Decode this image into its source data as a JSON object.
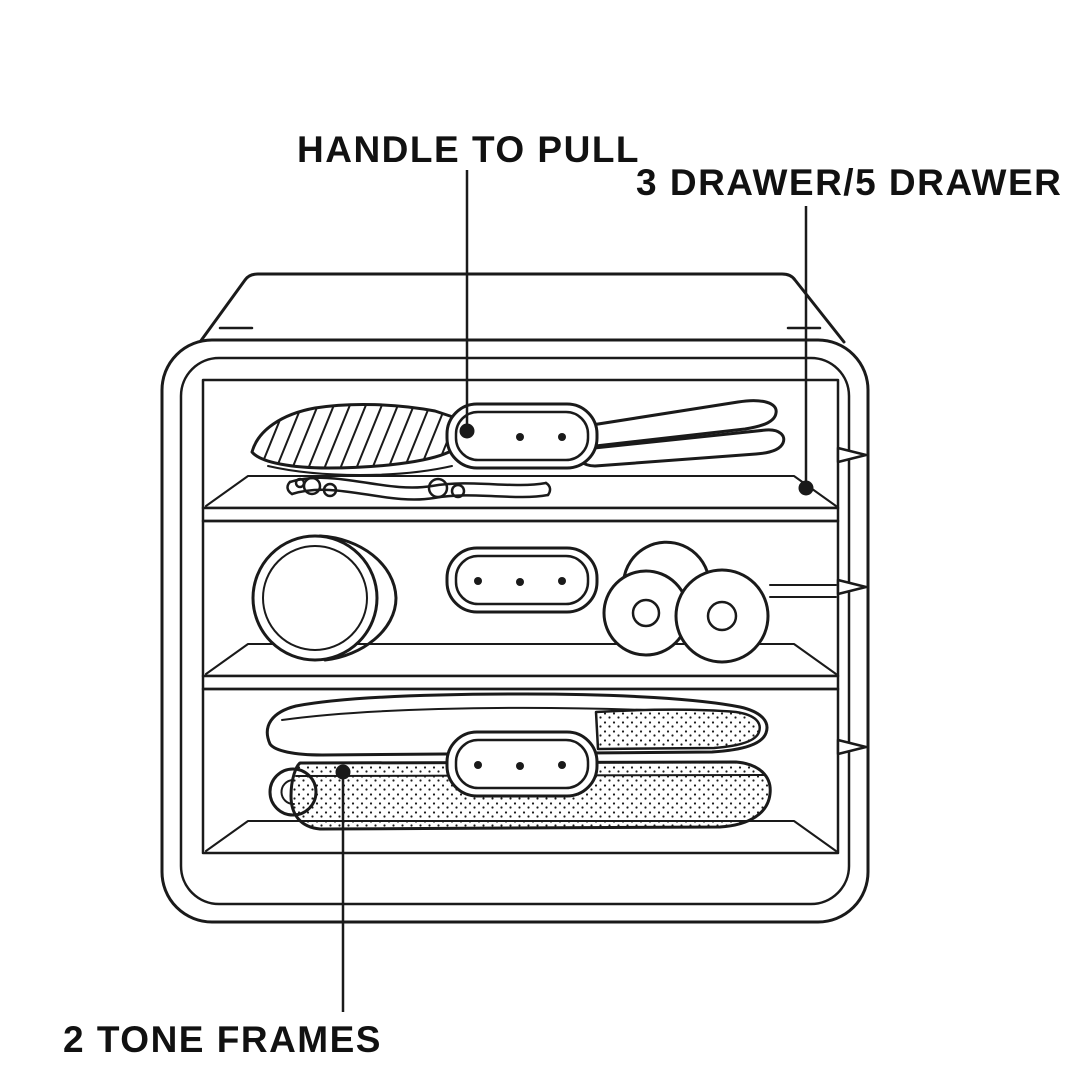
{
  "diagram": {
    "labels": {
      "handle": "HANDLE TO PULL",
      "drawers": "3 DRAWER/5 DRAWER",
      "frames": "2 TONE FRAMES"
    },
    "colors": {
      "line": "#1a1a1a",
      "background": "#ffffff"
    },
    "structure": {
      "drawer_count_shown": 3,
      "handles_per_drawer": 1
    }
  }
}
